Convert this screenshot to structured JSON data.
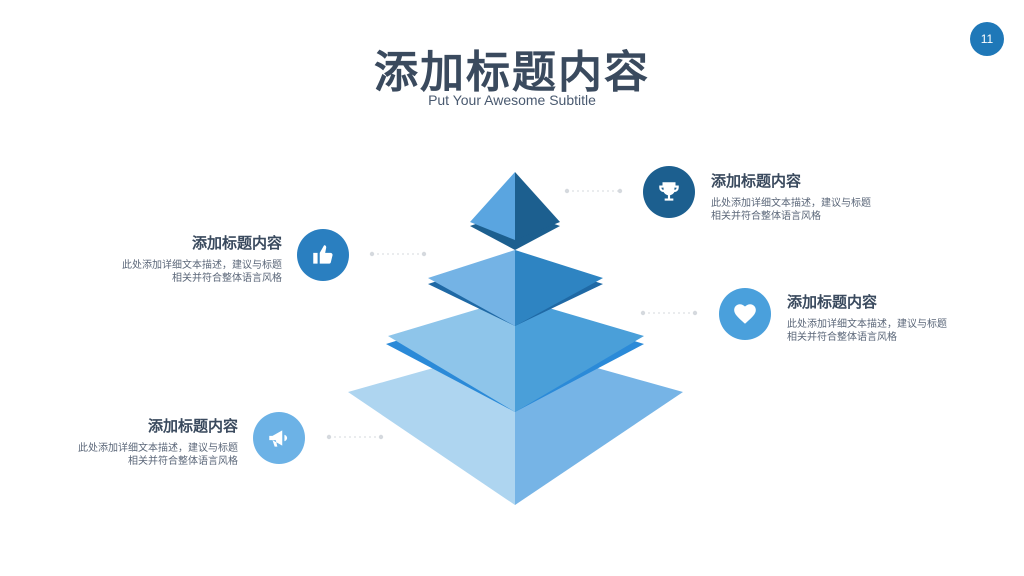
{
  "header": {
    "title": "添加标题内容",
    "subtitle": "Put Your Awesome Subtitle",
    "page_number": "11"
  },
  "colors": {
    "accent": "#1f78b8",
    "dark_blue": "#1c5f8f",
    "mid_blue": "#2e86c5",
    "light_blue": "#76b4e6",
    "pale_blue": "#aed5f0"
  },
  "items": [
    {
      "title": "添加标题内容",
      "desc": "此处添加详细文本描述，建议与标题相关并符合整体语言风格",
      "icon": "trophy-icon"
    },
    {
      "title": "添加标题内容",
      "desc": "此处添加详细文本描述，建议与标题相关并符合整体语言风格",
      "icon": "thumbs-up-icon"
    },
    {
      "title": "添加标题内容",
      "desc": "此处添加详细文本描述，建议与标题相关并符合整体语言风格",
      "icon": "heart-icon"
    },
    {
      "title": "添加标题内容",
      "desc": "此处添加详细文本描述，建议与标题相关并符合整体语言风格",
      "icon": "megaphone-icon"
    }
  ]
}
